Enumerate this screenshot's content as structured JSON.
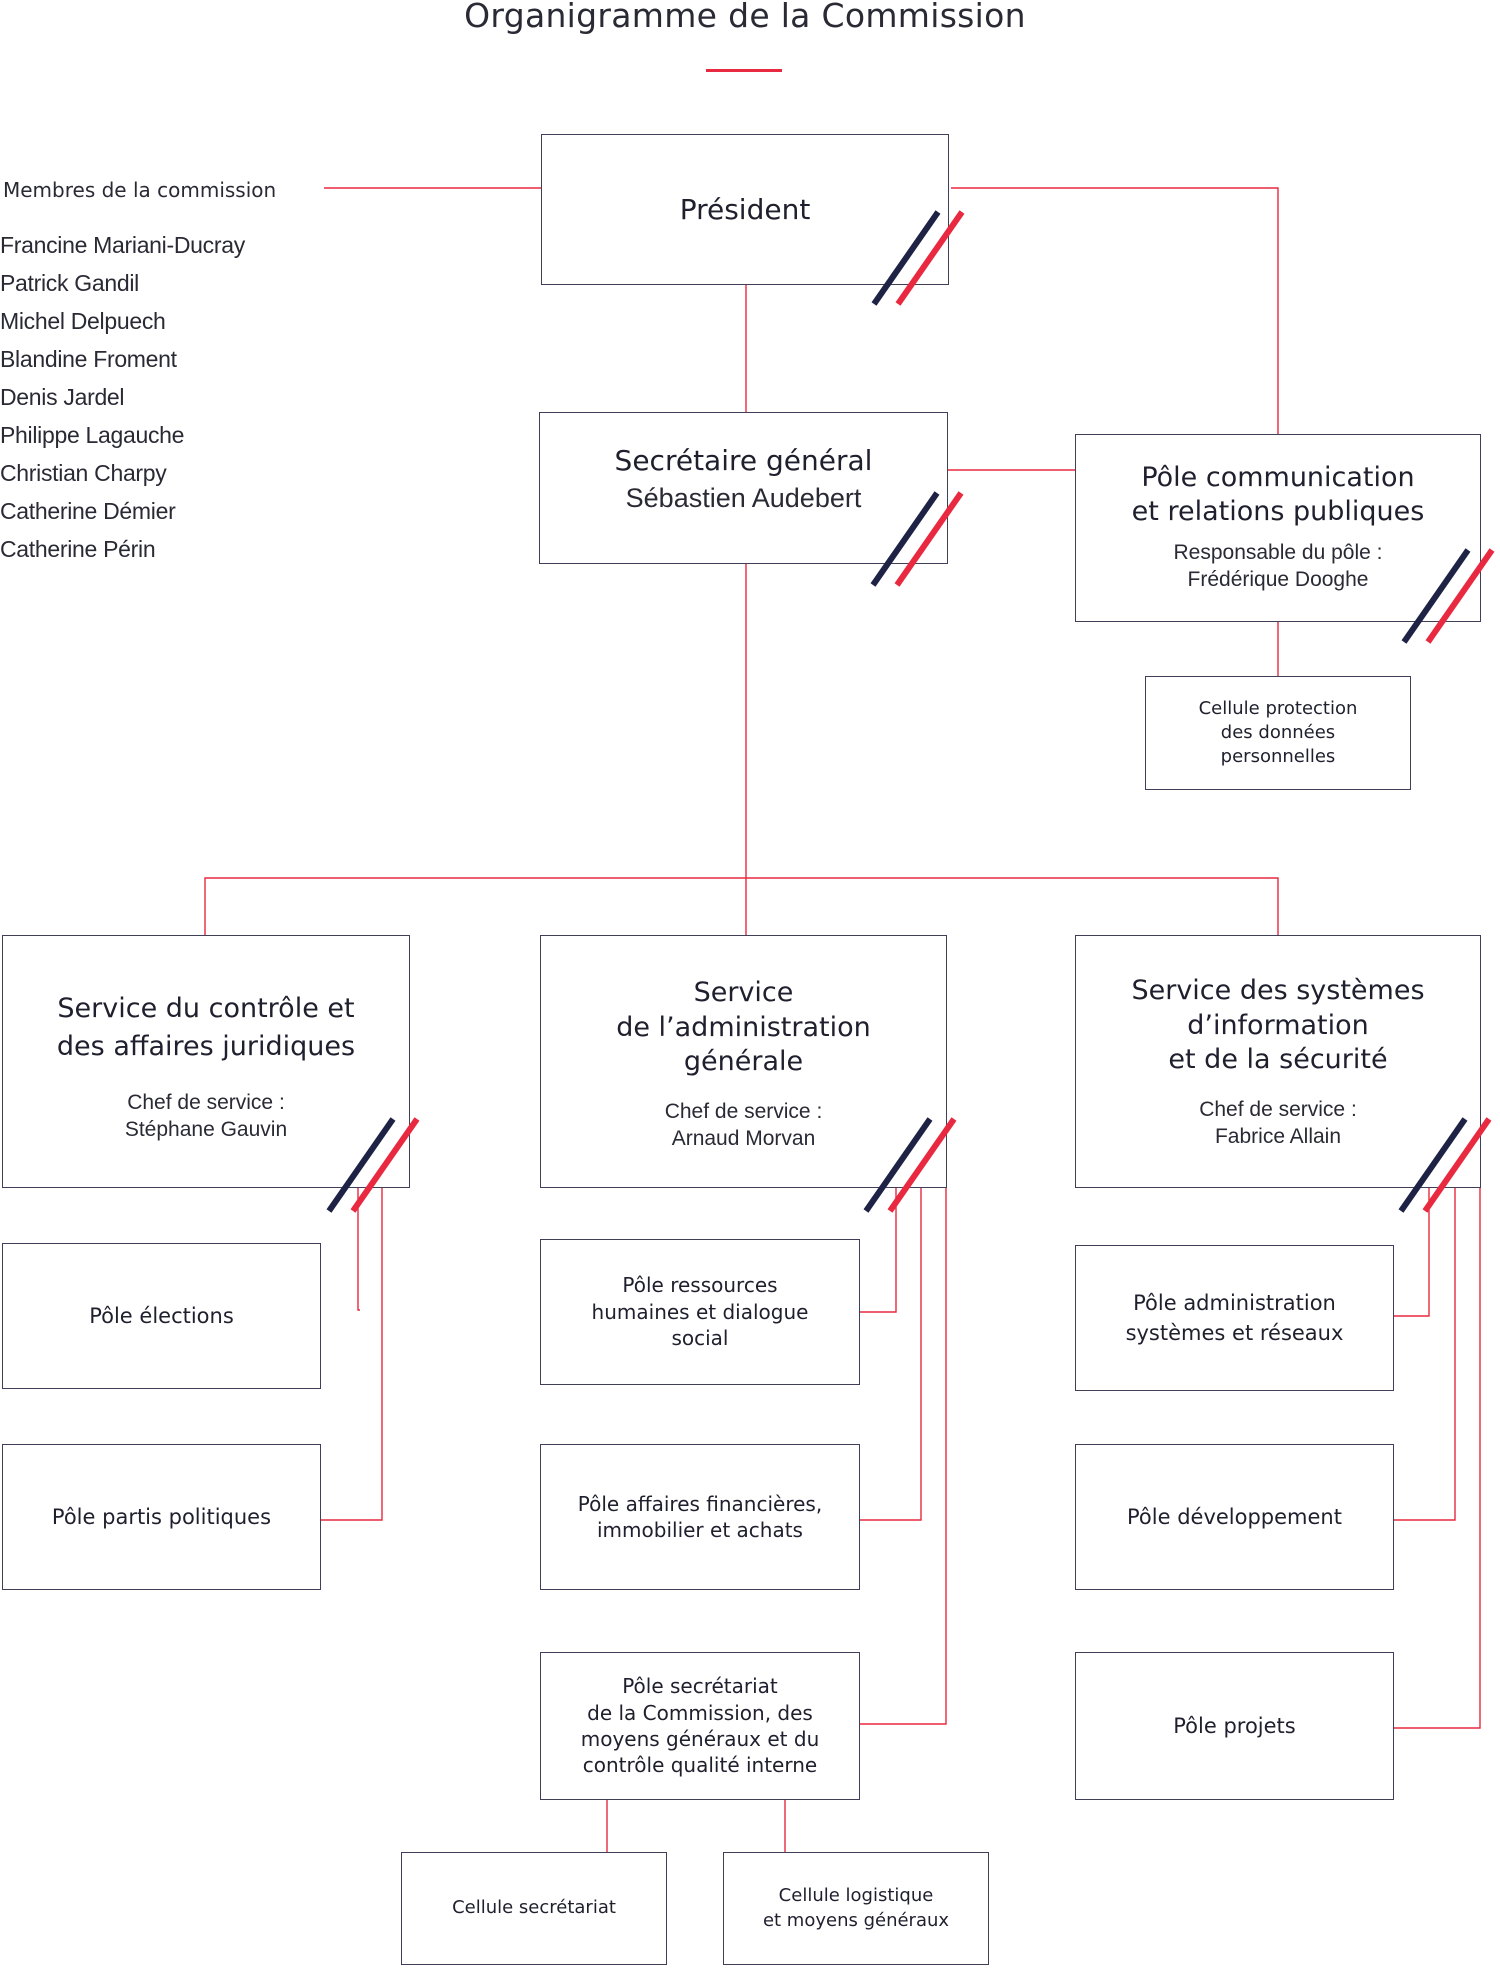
{
  "title": "Organigramme de la Commission",
  "colors": {
    "accent_red": "#e8293f",
    "navy": "#1e2245",
    "border": "#3f3f58",
    "text": "#1f1f2e"
  },
  "members": {
    "heading": "Membres de la commission",
    "names": [
      "Francine Mariani-Ducray",
      "Patrick Gandil",
      "Michel Delpuech",
      "Blandine Froment",
      "Denis Jardel",
      "Philippe Lagauche",
      "Christian Charpy",
      "Catherine Démier",
      "Catherine Périn"
    ]
  },
  "president": {
    "title": "Président"
  },
  "secretaire": {
    "title": "Secrétaire général",
    "name": "Sébastien Audebert"
  },
  "communication": {
    "title": "Pôle communication\net relations publiques",
    "role": "Responsable du pôle :",
    "name": "Frédérique Dooghe",
    "cell": "Cellule protection\ndes données\npersonnelles"
  },
  "controle": {
    "title": "Service du contrôle et\ndes affaires juridiques",
    "role": "Chef de service :",
    "name": "Stéphane Gauvin",
    "poles": [
      "Pôle élections",
      "Pôle partis politiques"
    ]
  },
  "administration": {
    "title": "Service\nde l’administration\ngénérale",
    "role": "Chef de service :",
    "name": "Arnaud Morvan",
    "poles": [
      "Pôle ressources\nhumaines et dialogue\nsocial",
      "Pôle affaires financières,\nimmobilier et achats",
      "Pôle secrétariat\nde la Commission, des\nmoyens généraux et du\ncontrôle qualité interne"
    ],
    "cells": [
      "Cellule secrétariat",
      "Cellule logistique\net moyens généraux"
    ]
  },
  "systemes": {
    "title": "Service des systèmes\nd’information\net de la sécurité",
    "role": "Chef de service :",
    "name": "Fabrice Allain",
    "poles": [
      "Pôle administration\nsystèmes et réseaux",
      "Pôle développement",
      "Pôle projets"
    ]
  }
}
